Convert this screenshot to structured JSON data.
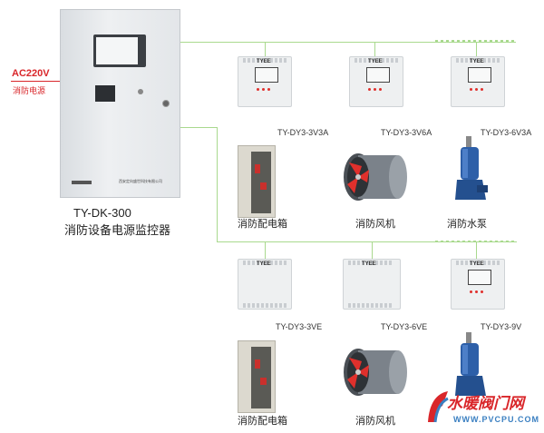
{
  "power": {
    "voltage": "AC220V",
    "label": "消防电源"
  },
  "controller": {
    "model": "TY-DK-300",
    "name": "消防设备电源监控器",
    "plate_text": "西安定向盛世科技有限公司"
  },
  "row1": {
    "modules": [
      {
        "brand": "TYEE",
        "model": "TY-DY3-3V3A"
      },
      {
        "brand": "TYEE",
        "model": "TY-DY3-3V6A"
      },
      {
        "brand": "TYEE",
        "model": "TY-DY3-6V3A"
      }
    ],
    "devices": [
      "消防配电箱",
      "消防风机",
      "消防水泵"
    ]
  },
  "row2": {
    "modules": [
      {
        "brand": "TYEE",
        "model": "TY-DY3-3VE"
      },
      {
        "brand": "TYEE",
        "model": "TY-DY3-6VE"
      },
      {
        "brand": "TYEE",
        "model": "TY-DY3-9V"
      }
    ],
    "devices": [
      "消防配电箱",
      "消防风机"
    ]
  },
  "watermark": {
    "text": "水暖阀门网",
    "url": "WWW.PVCPU.COM"
  },
  "colors": {
    "bus_line": "#a9d98e",
    "alarm_red": "#d9262a",
    "pump_blue": "#2d5fa8",
    "fan_red": "#e0302c"
  }
}
